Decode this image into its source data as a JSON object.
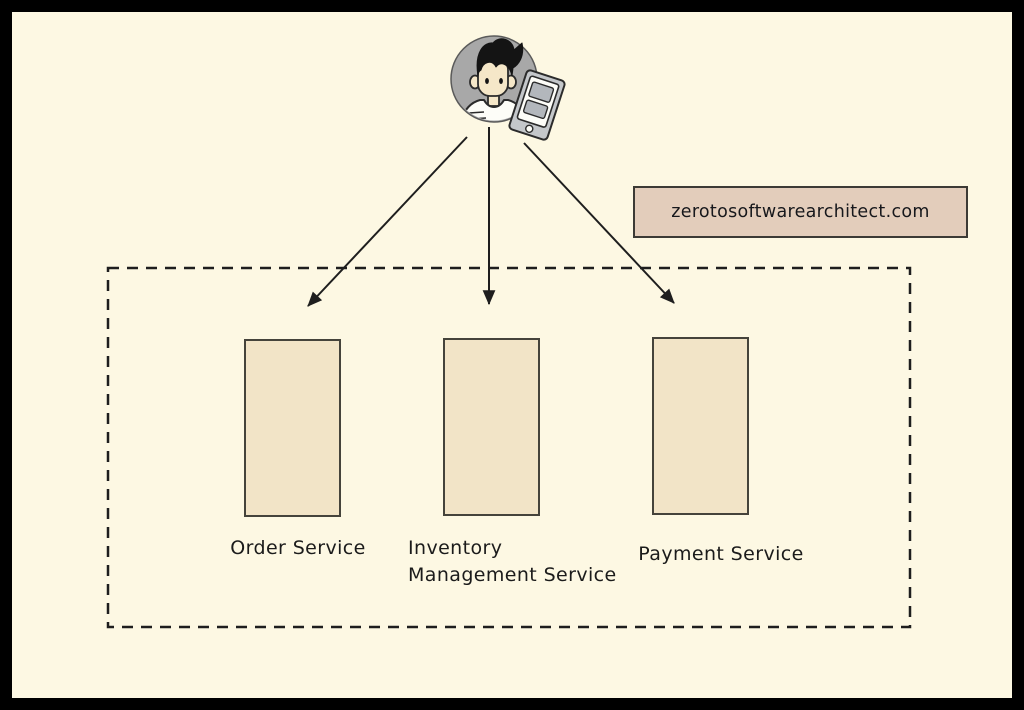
{
  "watermark": {
    "text": "zerotosoftwarearchitect.com"
  },
  "services": [
    {
      "label": "Order Service"
    },
    {
      "label": "Inventory\nManagement Service"
    },
    {
      "label": "Payment Service"
    }
  ],
  "icons": {
    "user": "user-avatar",
    "phone": "smartphone",
    "arrows": "solid-black-arrows"
  },
  "colors": {
    "frame": "#000000",
    "canvas_bg": "#fdf8e3",
    "service_box_fill": "#f2e4c7",
    "service_box_border": "#45433b",
    "watermark_fill": "#e3cdbb",
    "stroke": "#1e1e1e",
    "avatar_circle": "#a8a8a8",
    "phone_body": "#c4c7ca",
    "skin": "#f5e7c8"
  }
}
